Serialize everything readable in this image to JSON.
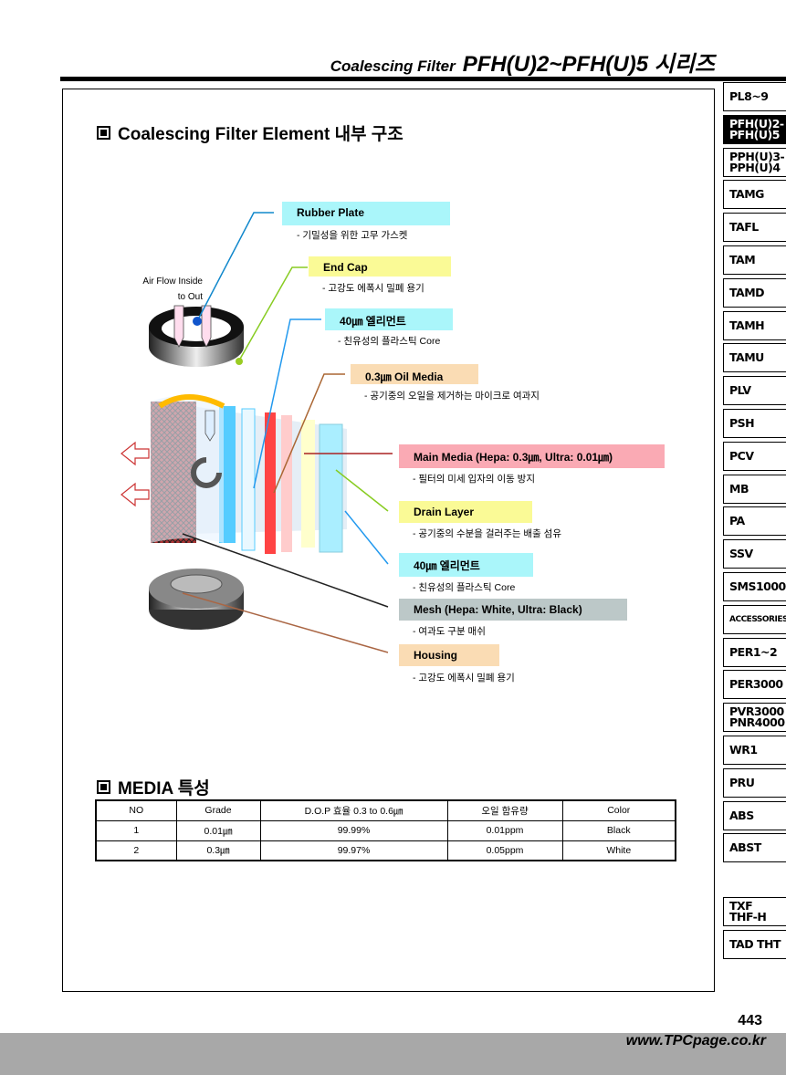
{
  "header": {
    "series_small": "Coalescing Filter",
    "series_big": "PFH(U)2~PFH(U)5 시리즈"
  },
  "section1": {
    "title": "Coalescing Filter Element 내부 구조"
  },
  "airflow": {
    "line1": "Air Flow Inside",
    "line2": "to Out"
  },
  "labels": [
    {
      "title": "Rubber Plate",
      "desc": "- 기밀성을 위한 고무 가스켓",
      "color": "#aaf6fa"
    },
    {
      "title": "End Cap",
      "desc": "- 고강도 에폭시 밀폐 용기",
      "color": "#fafa96"
    },
    {
      "title": "40㎛ 엘리먼트",
      "desc": "- 친유성의 플라스틱 Core",
      "color": "#aaf6fa"
    },
    {
      "title": "0.3㎛ Oil Media",
      "desc": "- 공기중의 오일을 제거하는 마이크로 여과지",
      "color": "#fadcb4"
    },
    {
      "title": "Main Media (Hepa: 0.3㎛, Ultra: 0.01㎛)",
      "desc": "- 필터의 미세 입자의 이동 방지",
      "color": "#faaab4"
    },
    {
      "title": "Drain Layer",
      "desc": "- 공기중의 수분을 걸러주는 배출 섬유",
      "color": "#fafa96"
    },
    {
      "title": "40㎛ 엘리먼트",
      "desc": "- 친유성의 플라스틱 Core",
      "color": "#aaf6fa"
    },
    {
      "title": "Mesh (Hepa: White, Ultra: Black)",
      "desc": "- 여과도 구분 매쉬",
      "color": "#bcc8c8"
    },
    {
      "title": "Housing",
      "desc": "- 고강도 에폭시 밀폐 용기",
      "color": "#fadcb4"
    }
  ],
  "section2": {
    "title": "MEDIA 특성"
  },
  "table": {
    "headers": [
      "NO",
      "Grade",
      "D.O.P 효율 0.3 to 0.6㎛",
      "오일 함유량",
      "Color"
    ],
    "rows": [
      [
        "1",
        "0.01㎛",
        "99.99%",
        "0.01ppm",
        "Black"
      ],
      [
        "2",
        "0.3㎛",
        "99.97%",
        "0.05ppm",
        "White"
      ]
    ]
  },
  "sidebar": {
    "tabs": [
      "PL8~9",
      "PFH(U)2- PFH(U)5",
      "PPH(U)3- PPH(U)4",
      "TAMG",
      "TAFL",
      "TAM",
      "TAMD",
      "TAMH",
      "TAMU",
      "PLV",
      "PSH",
      "PCV",
      "MB",
      "PA",
      "SSV",
      "SMS1000",
      "ACCESSORIES",
      "PER1~2",
      "PER3000",
      "PVR3000 PNR4000",
      "WR1",
      "PRU",
      "ABS",
      "ABST"
    ],
    "bottom_tabs": [
      "TXF THF-H",
      "TAD THT"
    ],
    "active": 1
  },
  "footer": {
    "page": "443",
    "url": "www.TPCpage.co.kr"
  }
}
